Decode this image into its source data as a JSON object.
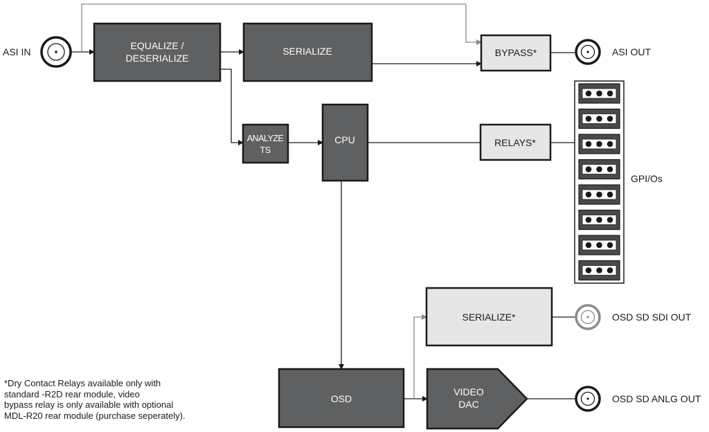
{
  "inputs": {
    "asi_in": "ASI IN"
  },
  "outputs": {
    "asi_out": "ASI OUT",
    "osd_sd_sdi_out": "OSD SD SDI OUT",
    "osd_sd_anlg_out": "OSD SD ANLG OUT",
    "gpios": "GPI/Os"
  },
  "blocks": {
    "equalize_line1": "EQUALIZE /",
    "equalize_line2": "DESERIALIZE",
    "serialize": "SERIALIZE",
    "bypass": "BYPASS*",
    "analyze_line1": "ANALYZE",
    "analyze_line2": "TS",
    "cpu": "CPU",
    "relays": "RELAYS*",
    "serialize_star": "SERIALIZE*",
    "osd": "OSD",
    "video_dac_line1": "VIDEO",
    "video_dac_line2": "DAC"
  },
  "footnote": {
    "line1": "*Dry Contact Relays available only with",
    "line2": "standard -R2D rear module, video",
    "line3": "bypass relay is only available with optional",
    "line4": "MDL-R20 rear module (purchase seperately)."
  }
}
